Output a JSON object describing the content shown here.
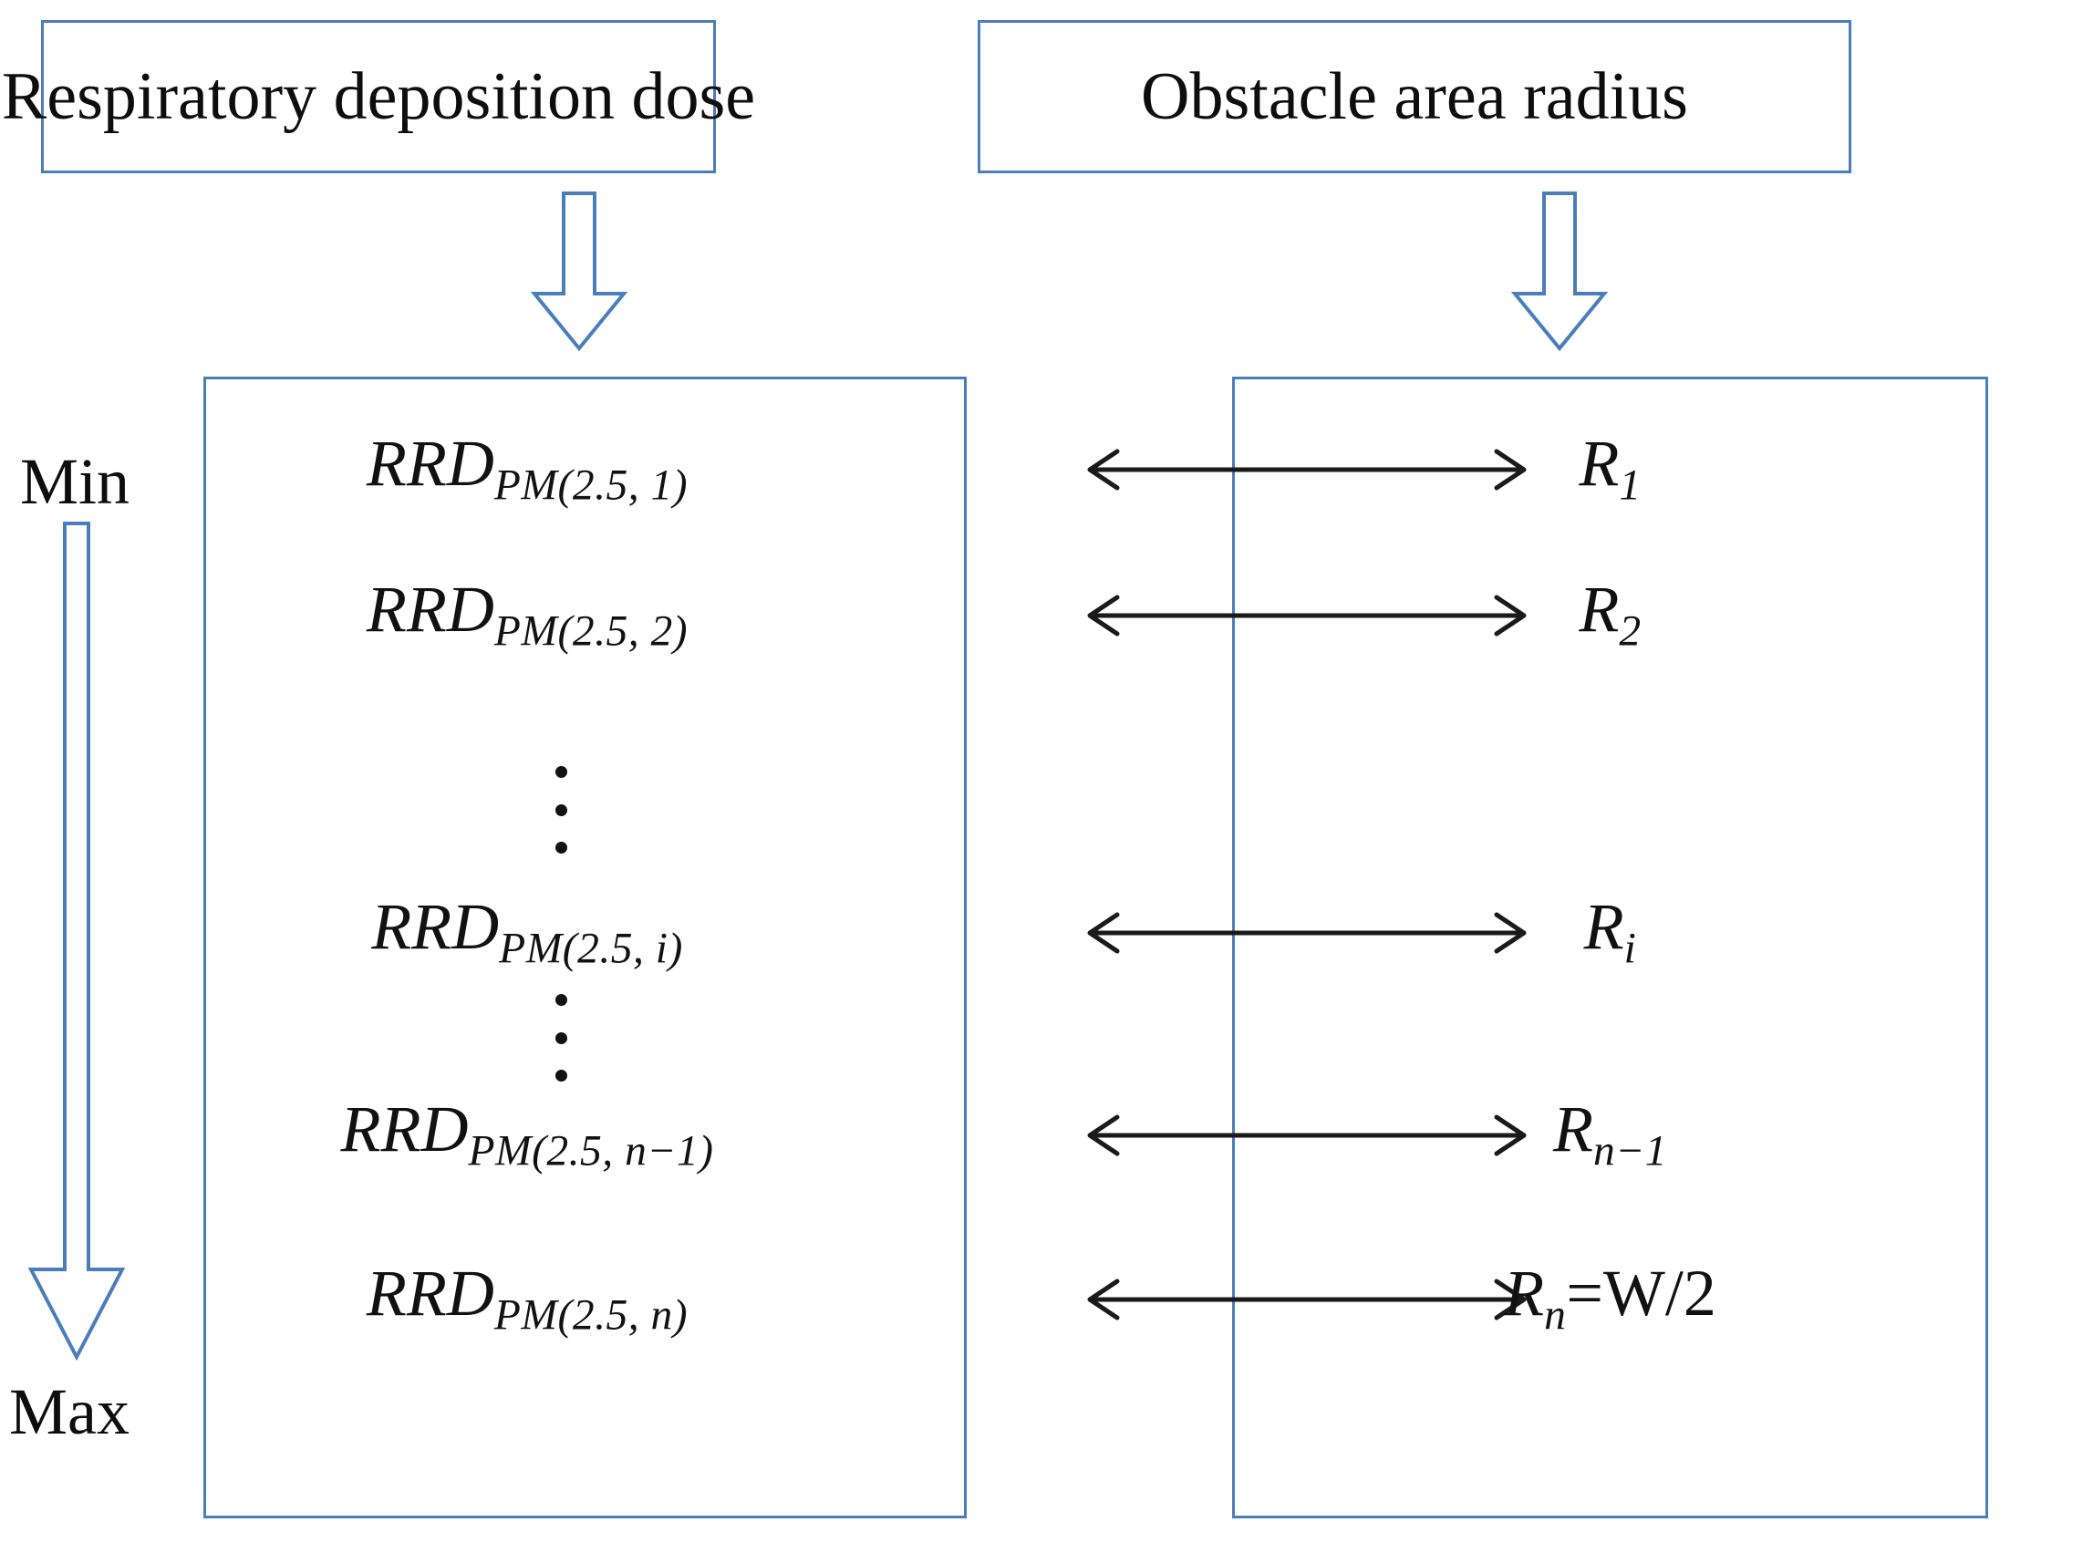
{
  "headers": {
    "left": "Respiratory deposition dose",
    "right": "Obstacle area radius"
  },
  "scale": {
    "min_label": "Min",
    "max_label": "Max"
  },
  "rows": [
    {
      "lhs_base": "RRD",
      "lhs_sub": "PM(2.5,  1)",
      "rhs_base": "R",
      "rhs_sub": "1",
      "rhs_suffix": ""
    },
    {
      "lhs_base": "RRD",
      "lhs_sub": "PM(2.5,  2)",
      "rhs_base": "R",
      "rhs_sub": "2",
      "rhs_suffix": ""
    },
    {
      "lhs_base": "RRD",
      "lhs_sub": "PM(2.5,  i)",
      "rhs_base": "R",
      "rhs_sub": "i",
      "rhs_suffix": ""
    },
    {
      "lhs_base": "RRD",
      "lhs_sub": "PM(2.5,  n−1)",
      "rhs_base": "R",
      "rhs_sub": "n−1",
      "rhs_suffix": ""
    },
    {
      "lhs_base": "RRD",
      "lhs_sub": "PM(2.5,  n)",
      "rhs_base": "R",
      "rhs_sub": "n",
      "rhs_suffix": "=W/2"
    }
  ],
  "ellipsis": {
    "glyph": "⋮"
  },
  "colors": {
    "box_border": "#4a7ebb",
    "arrow_outline": "#4a7ebb",
    "text": "#0d0d0d",
    "connector": "#1a1a1a",
    "background": "#ffffff"
  }
}
